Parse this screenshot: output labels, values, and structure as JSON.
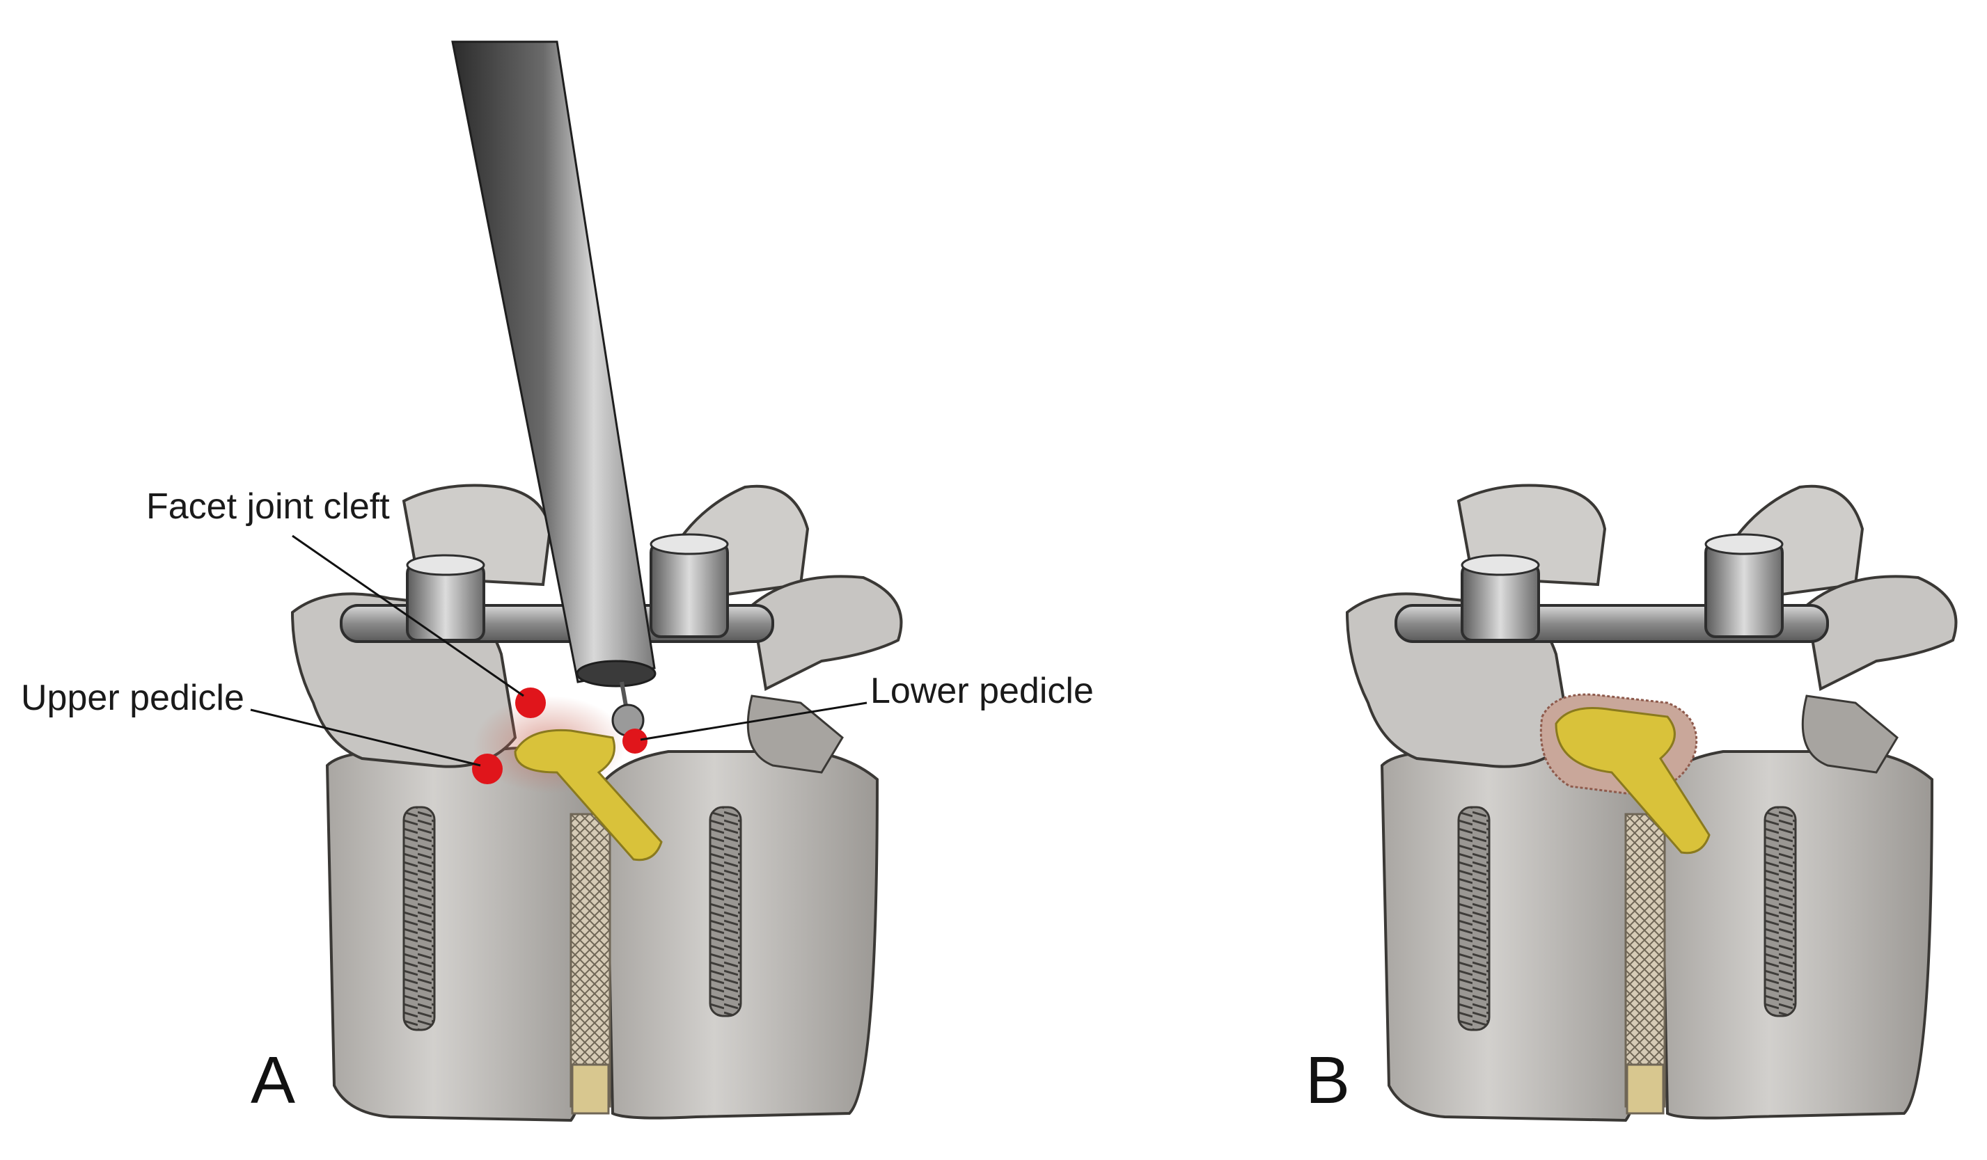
{
  "panels": [
    {
      "letter": "A"
    },
    {
      "letter": "B"
    }
  ],
  "labels": {
    "facet_joint_cleft": "Facet joint cleft",
    "upper_pedicle": "Upper pedicle",
    "lower_pedicle": "Lower pedicle"
  },
  "colors": {
    "bone": "#c9c7c4",
    "bone_shadow": "#8f8c88",
    "metal_rod": "#9a9a9a",
    "instrument": "#4a4a4a",
    "nerve_root": "#d9c23a",
    "landmark_marker": "#e0151b",
    "mesh_cage": "#b9a88e"
  }
}
